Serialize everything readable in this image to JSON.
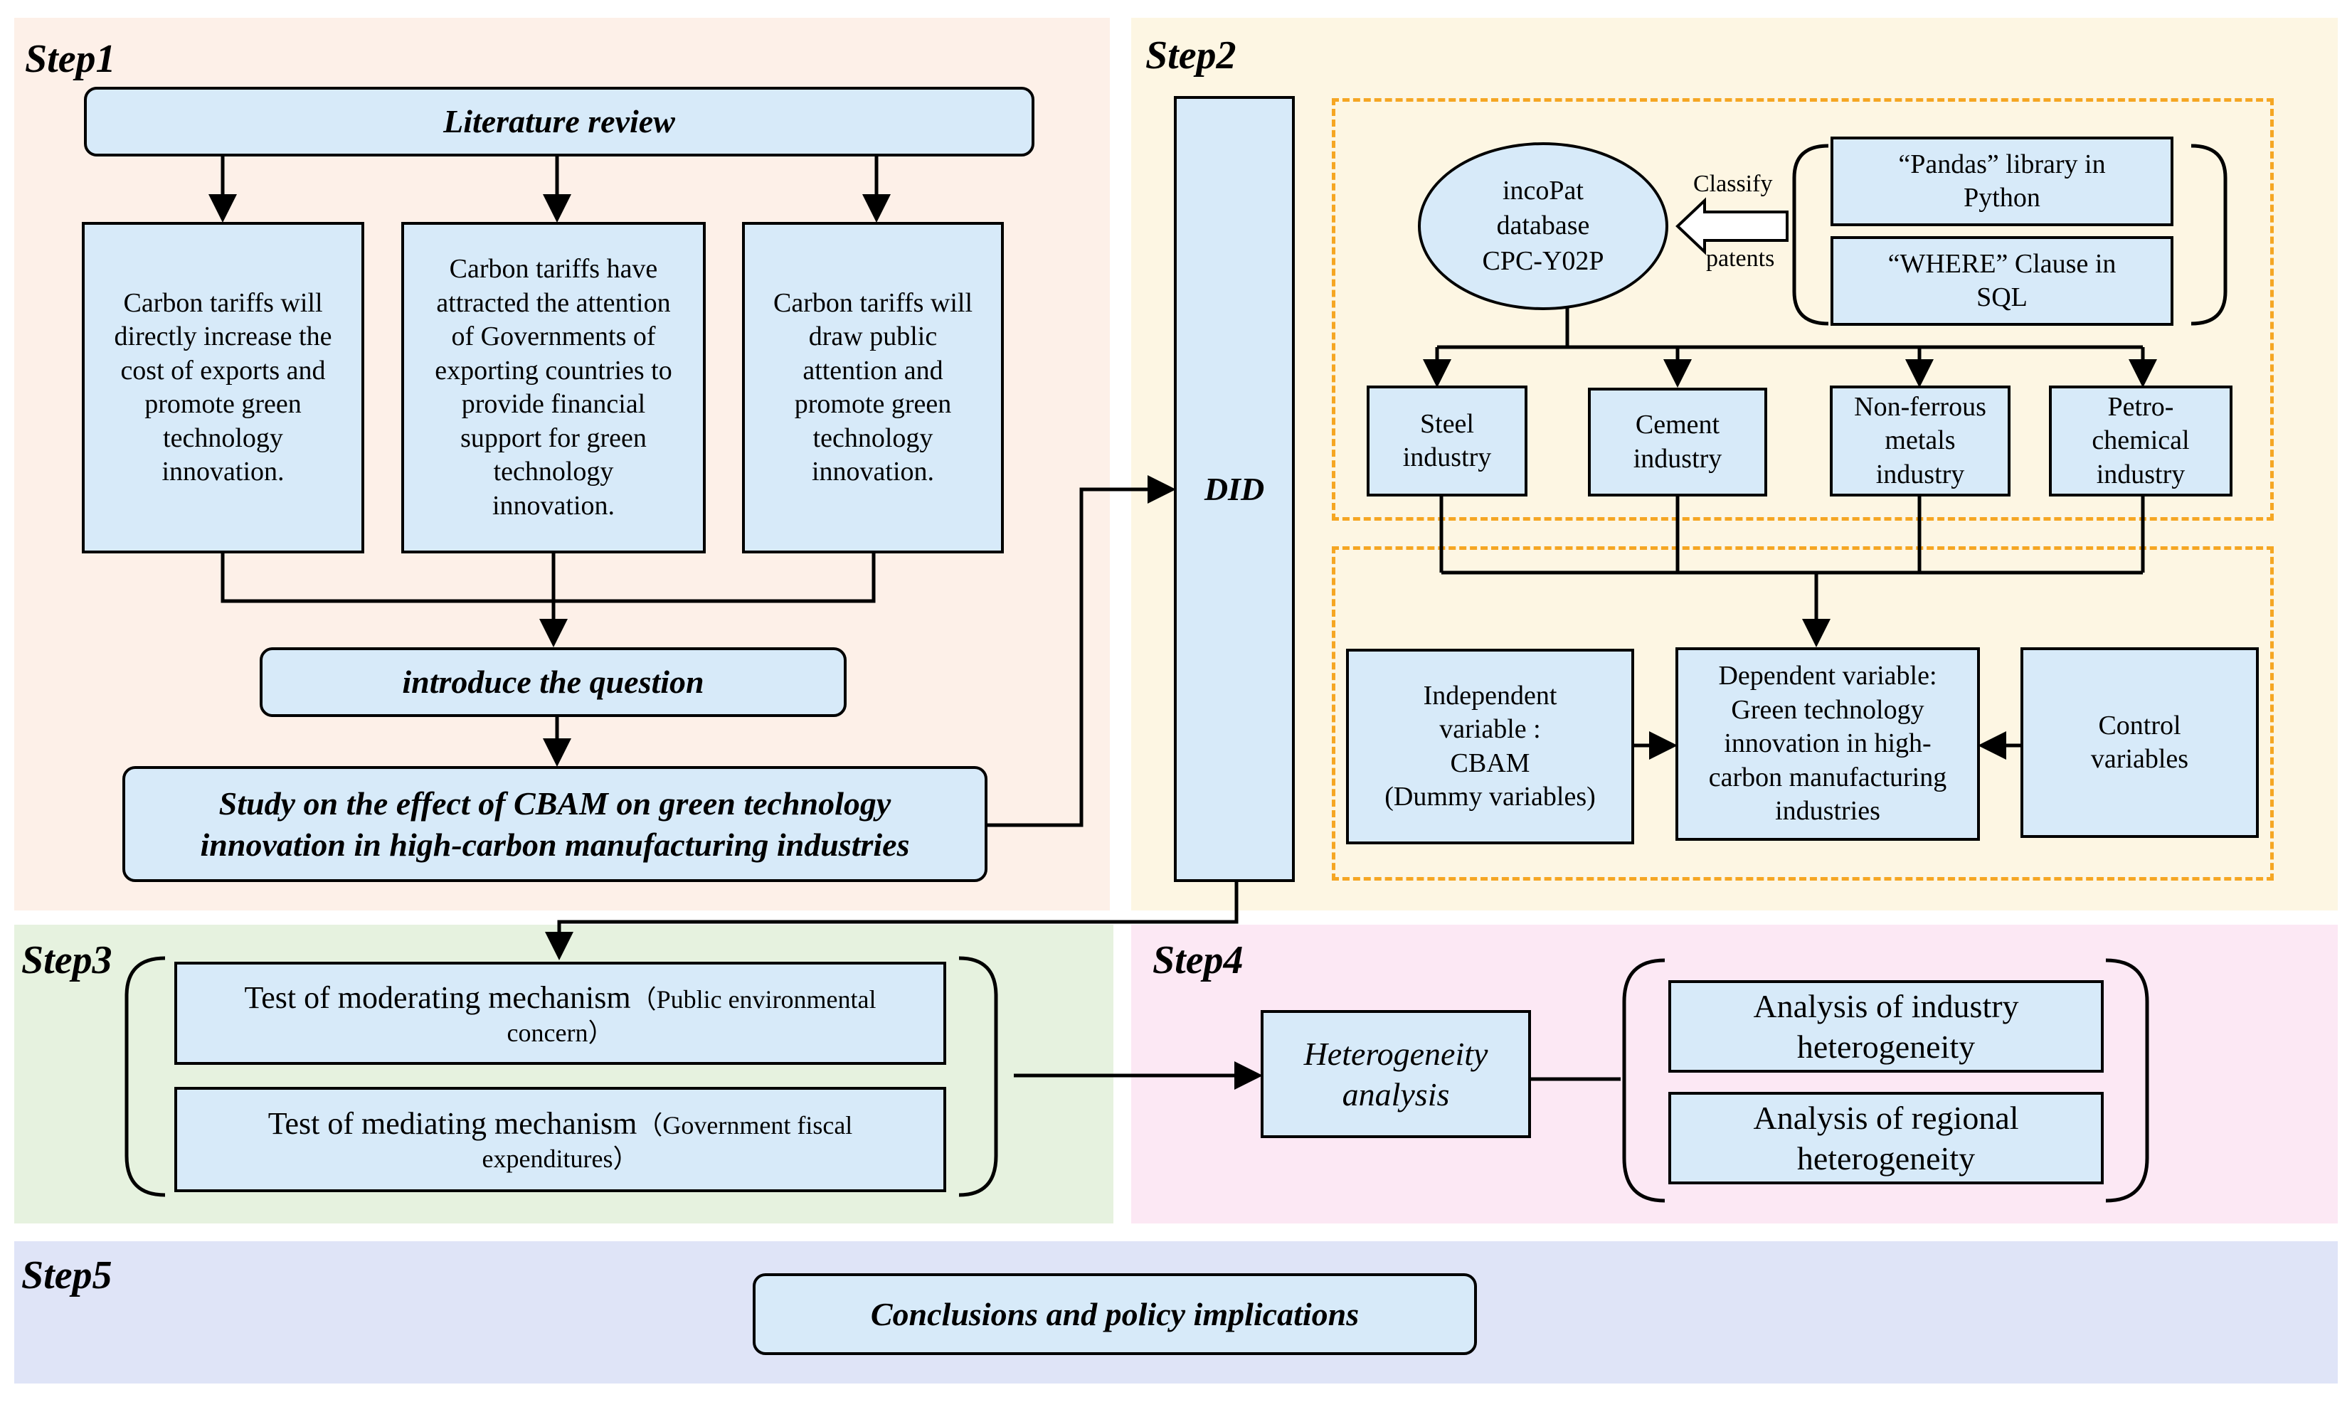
{
  "colors": {
    "step1_bg": "#fdf0e8",
    "step2_bg": "#fdf6e3",
    "step3_bg": "#e6f2df",
    "step4_bg": "#fce8f4",
    "step5_bg": "#dfe4f7",
    "box_fill": "#d7eaf9",
    "dash": "#f5a623"
  },
  "steps": {
    "step1": "Step1",
    "step2": "Step2",
    "step3": "Step3",
    "step4": "Step4",
    "step5": "Step5"
  },
  "step1": {
    "literature_review": "Literature review",
    "box_a": "Carbon tariffs will\ndirectly increase the\ncost of exports and\npromote green\ntechnology\ninnovation.",
    "box_b": "Carbon tariffs have\nattracted the attention\nof Governments of\nexporting countries to\nprovide financial\nsupport for green\ntechnology\ninnovation.",
    "box_c": "Carbon tariffs will\ndraw public\nattention and\npromote green\ntechnology\ninnovation.",
    "introduce_question": "introduce the question",
    "study": "Study on the effect of CBAM on green technology\ninnovation in high-carbon manufacturing industries"
  },
  "step2": {
    "did": "DID",
    "database": "incoPat\ndatabase\nCPC-Y02P",
    "classify": "Classify",
    "patents": "patents",
    "pandas": "“Pandas” library in\nPython",
    "where": "“WHERE” Clause in\nSQL",
    "industries": [
      "Steel\nindustry",
      "Cement\nindustry",
      "Non-ferrous\nmetals\nindustry",
      "Petro-\nchemical\nindustry"
    ],
    "independent": "Independent\nvariable :\nCBAM\n(Dummy variables)",
    "dependent": "Dependent variable:\nGreen technology\ninnovation in high-\ncarbon manufacturing\nindustries",
    "control": "Control\nvariables"
  },
  "step3": {
    "moderating_main": "Test of moderating mechanism",
    "moderating_detail": "（Public environmental\nconcern）",
    "mediating_main": "Test of mediating mechanism",
    "mediating_detail": "（Government fiscal\nexpenditures）"
  },
  "step4": {
    "heterogeneity": "Heterogeneity\nanalysis",
    "industry_het": "Analysis of industry\nheterogeneity",
    "regional_het": "Analysis of regional\nheterogeneity"
  },
  "step5": {
    "conclusions": "Conclusions and policy implications"
  }
}
